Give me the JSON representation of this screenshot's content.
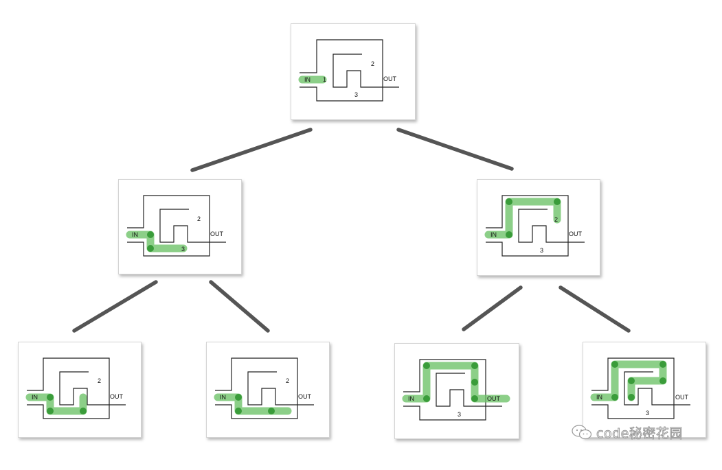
{
  "maze_labels": {
    "in": "IN",
    "out": "OUT",
    "junction_1": "1",
    "junction_2": "2",
    "junction_3": "3"
  },
  "tree": {
    "root": {
      "junction_labels": [
        "1",
        "2",
        "3"
      ]
    },
    "level2": [
      {
        "id": "left",
        "junction_labels": [
          "2",
          "3"
        ]
      },
      {
        "id": "right",
        "junction_labels": [
          "2",
          "3"
        ]
      }
    ],
    "level3": [
      {
        "id": "left-left",
        "junction_labels": [
          "2"
        ],
        "reaches_out": false
      },
      {
        "id": "left-right",
        "junction_labels": [
          "2"
        ],
        "reaches_out": false
      },
      {
        "id": "right-left",
        "junction_labels": [
          "3"
        ],
        "reaches_out": true
      },
      {
        "id": "right-right",
        "junction_labels": [
          "3"
        ],
        "reaches_out": false
      }
    ]
  },
  "colors": {
    "path_highlight": "#6cc267",
    "path_dot": "#3a9c3a",
    "edge": "#555555"
  },
  "watermark": {
    "text": "code秘密花园",
    "icon": "wechat-icon"
  }
}
